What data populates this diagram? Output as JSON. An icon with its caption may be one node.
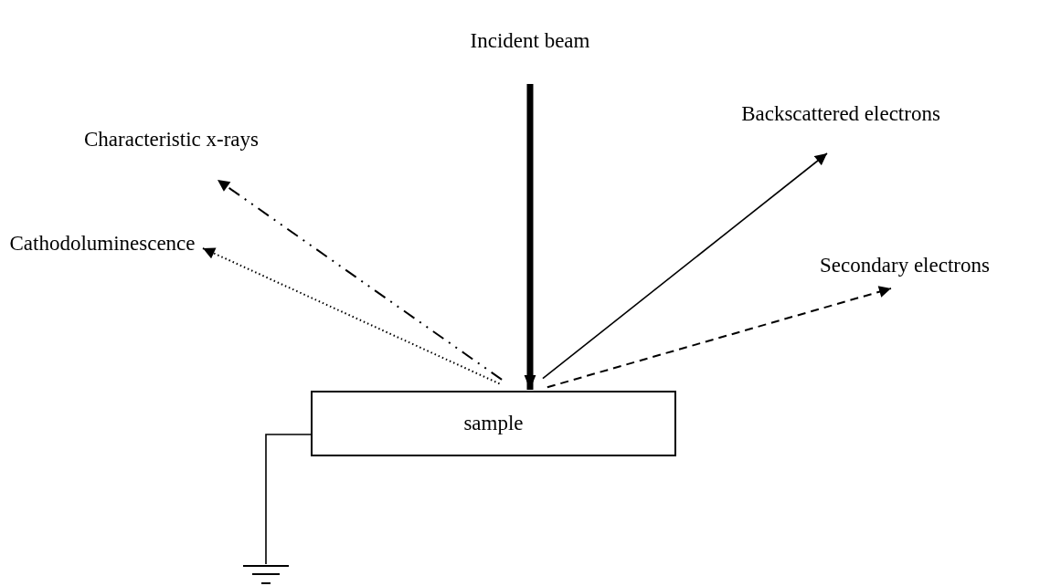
{
  "diagram": {
    "nodes": [
      {
        "text": [
          "Incident beam"
        ]
      },
      {
        "text": [
          "Characteristic x-rays"
        ]
      },
      {
        "text": [
          "Backscattered electrons"
        ]
      },
      {
        "text": [
          "Cathodoluminescence"
        ]
      },
      {
        "text": [
          "Secondary electrons"
        ]
      },
      {
        "text": [
          "sample"
        ]
      },
      {
        "text": [],
        "shape": "ground"
      }
    ],
    "edges": [
      {
        "from": 0,
        "to": 5,
        "arrow": "to",
        "style": "thick"
      },
      {
        "from": 5,
        "to": 1,
        "arrow": "to",
        "style": "dashed"
      },
      {
        "from": 5,
        "to": 2,
        "arrow": "to"
      },
      {
        "from": 5,
        "to": 3,
        "arrow": "to",
        "style": "dashed"
      },
      {
        "from": 5,
        "to": 4,
        "arrow": "to",
        "style": "dashed"
      },
      {
        "from": 5,
        "to": 6,
        "arrow": "none"
      }
    ]
  }
}
